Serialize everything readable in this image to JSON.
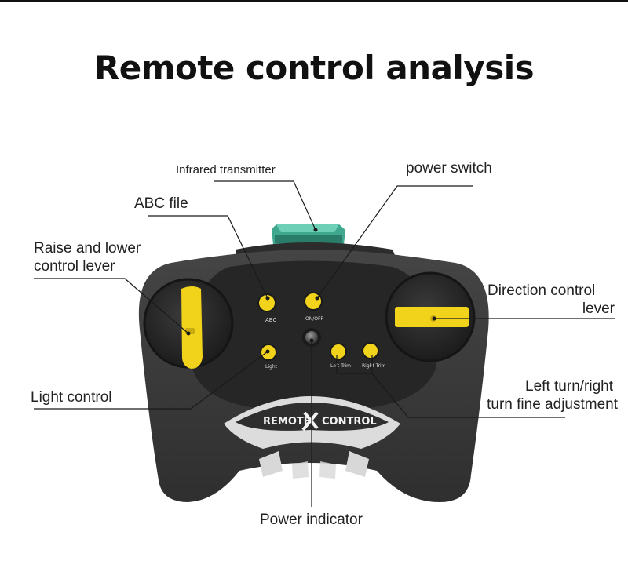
{
  "title": "Remote control analysis",
  "labels": {
    "infrared": "Infrared transmitter",
    "power_switch": "power switch",
    "abc_file": "ABC file",
    "raise_lower_1": "Raise and lower",
    "raise_lower_2": "control lever",
    "direction_1": "Direction control",
    "direction_2": "lever",
    "light": "Light control",
    "trim_1": "Left turn/right",
    "trim_2": "turn fine adjustment",
    "power_indicator": "Power indicator"
  },
  "device": {
    "brand_left": "REMOTE",
    "brand_right": "CONTROL",
    "btn_abc": "ABC",
    "btn_onoff": "ON/OFF",
    "btn_light": "Light",
    "btn_left_trim": "Left Trim",
    "btn_right_trim": "Right Trim"
  },
  "colors": {
    "body": "#3b3b3c",
    "body_dark": "#222223",
    "accent_yellow": "#f2d31c",
    "emitter_green": "#3fa88f",
    "leader_line": "#1a1a1a"
  }
}
